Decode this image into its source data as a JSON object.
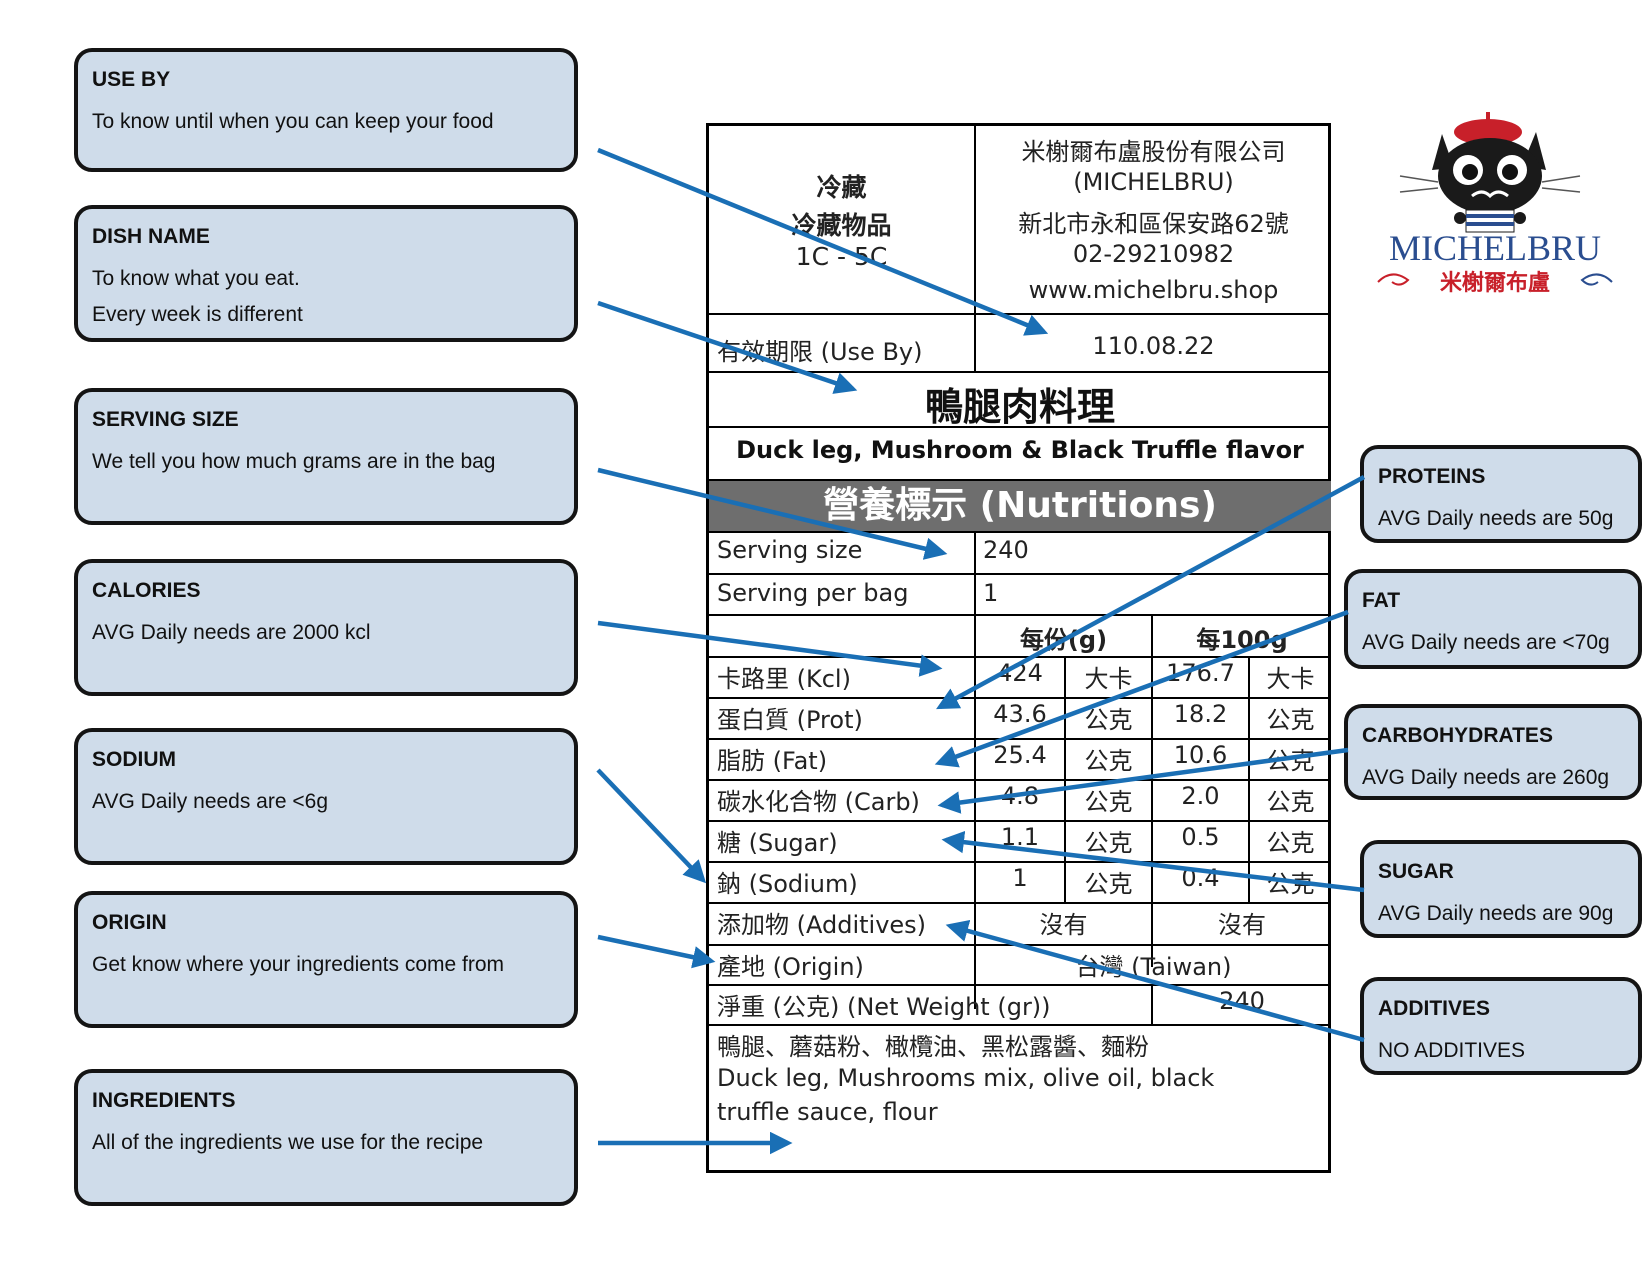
{
  "callouts_left": [
    {
      "title": "USE BY",
      "lines": [
        "To know until when you can keep your food"
      ]
    },
    {
      "title": "DISH NAME",
      "lines": [
        "To know what you eat.",
        "Every week is different"
      ]
    },
    {
      "title": "SERVING SIZE",
      "lines": [
        "We tell you how much grams are in the bag"
      ]
    },
    {
      "title": "CALORIES",
      "lines": [
        "AVG Daily needs are 2000 kcl"
      ]
    },
    {
      "title": "SODIUM",
      "lines": [
        "AVG Daily needs are <6g"
      ]
    },
    {
      "title": "ORIGIN",
      "lines": [
        "Get know where your ingredients come from"
      ]
    },
    {
      "title": "INGREDIENTS",
      "lines": [
        "All of the ingredients we use for the recipe"
      ]
    }
  ],
  "callouts_right": [
    {
      "title": "PROTEINS",
      "lines": [
        "AVG Daily needs are 50g"
      ]
    },
    {
      "title": "FAT",
      "lines": [
        "AVG Daily needs are <70g"
      ]
    },
    {
      "title": "CARBOHYDRATES",
      "lines": [
        "AVG Daily needs are 260g"
      ]
    },
    {
      "title": "SUGAR",
      "lines": [
        "AVG Daily needs are 90g"
      ]
    },
    {
      "title": "ADDITIVES",
      "lines": [
        "NO ADDITIVES"
      ]
    }
  ],
  "label": {
    "storage": [
      "冷藏",
      "冷藏物品",
      "1C - 5C"
    ],
    "company": [
      "米榭爾布盧股份有限公司",
      "(MICHELBRU)",
      "新北市永和區保安路62號",
      "02-29210982",
      "www.michelbru.shop"
    ],
    "use_by_label": "有效期限 (Use By)",
    "use_by_value": "110.08.22",
    "dish_zh": "鴨腿肉料理",
    "dish_en": "Duck leg, Mushroom & Black Truffle flavor",
    "nutrition_header": "營養標示 (Nutritions)",
    "serving_size_label": "Serving size",
    "serving_size_value": "240",
    "serving_per_bag_label": "Serving per bag",
    "serving_per_bag_value": "1",
    "col_per_serving": "每份(g)",
    "col_per_100": "每100g",
    "rows": [
      {
        "name": "卡路里 (Kcl)",
        "v1": "424",
        "u1": "大卡",
        "v2": "176.7",
        "u2": "大卡"
      },
      {
        "name": "蛋白質 (Prot)",
        "v1": "43.6",
        "u1": "公克",
        "v2": "18.2",
        "u2": "公克"
      },
      {
        "name": "脂肪 (Fat)",
        "v1": "25.4",
        "u1": "公克",
        "v2": "10.6",
        "u2": "公克"
      },
      {
        "name": "碳水化合物 (Carb)",
        "v1": "4.8",
        "u1": "公克",
        "v2": "2.0",
        "u2": "公克"
      },
      {
        "name": "糖 (Sugar)",
        "v1": "1.1",
        "u1": "公克",
        "v2": "0.5",
        "u2": "公克"
      },
      {
        "name": "鈉 (Sodium)",
        "v1": "1",
        "u1": "公克",
        "v2": "0.4",
        "u2": "公克"
      }
    ],
    "additives_label": "添加物 (Additives)",
    "additives_v1": "沒有",
    "additives_v2": "沒有",
    "origin_label": "產地 (Origin)",
    "origin_value": "台灣 (Taiwan)",
    "net_weight_label": "淨重 (公克) (Net Weight (gr))",
    "net_weight_value": "240",
    "ingredients_zh": "鴨腿、蘑菇粉、橄欖油、黑松露醬、麵粉",
    "ingredients_en": [
      "Duck leg, Mushrooms mix, olive oil, black",
      "truffle sauce, flour"
    ]
  },
  "logo": {
    "brand": "MICHELBRU",
    "brand_zh": "米榭爾布盧"
  },
  "colors": {
    "callout_fill": "#cfdcea",
    "arrow": "#1a6fb5",
    "header_fill": "#6e6e6e",
    "brand_blue": "#2a4d8f",
    "brand_red": "#c8202a"
  }
}
